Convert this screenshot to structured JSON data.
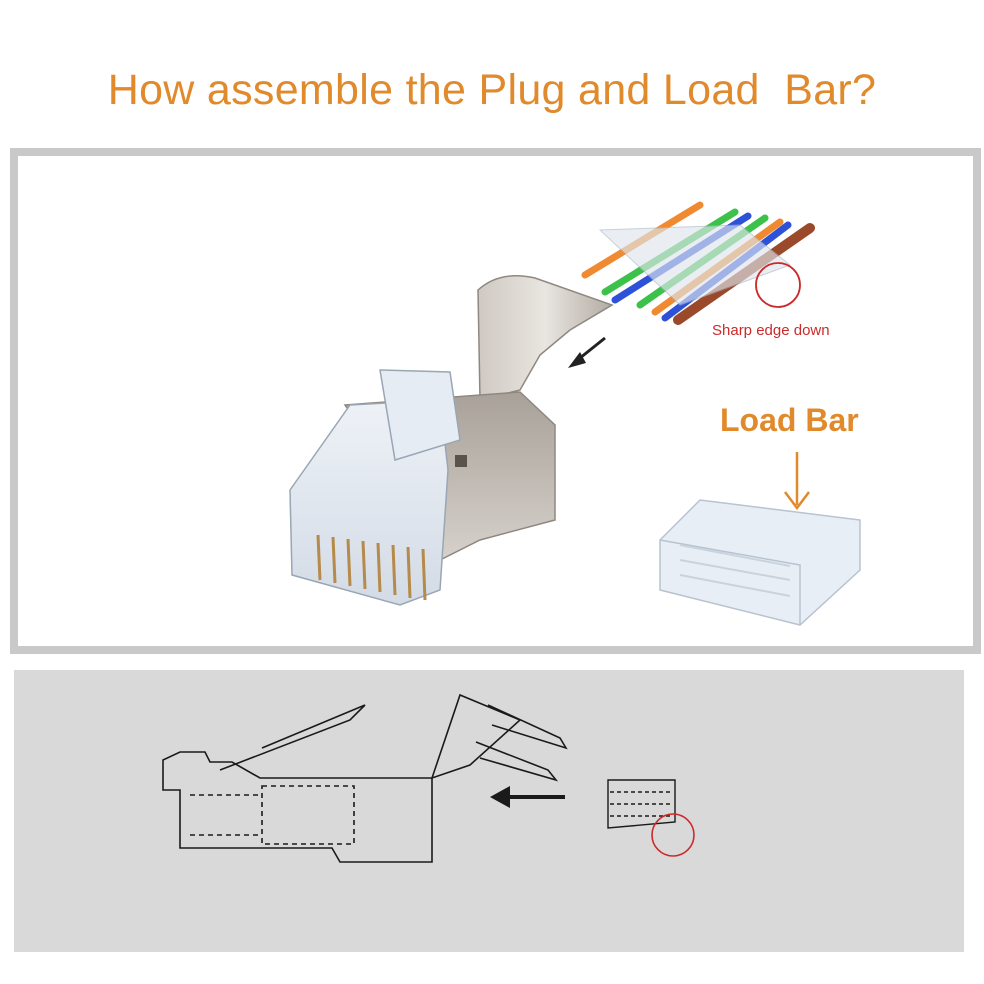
{
  "title": "How assemble the Plug and Load  Bar?",
  "labels": {
    "sharp_edge": "Sharp edge down",
    "load_bar": "Load Bar"
  },
  "colors": {
    "title": "#e08a2c",
    "label_red": "#cc2a2a",
    "panel_border": "#c9c9c9",
    "bottom_panel": "#d9d9d9"
  },
  "wire_colors": [
    "#f08a30",
    "#f08a30",
    "#3cc24a",
    "#3cc24a",
    "#2d52d8",
    "#2d52d8",
    "#9a4a2a",
    "#9a4a2a"
  ]
}
